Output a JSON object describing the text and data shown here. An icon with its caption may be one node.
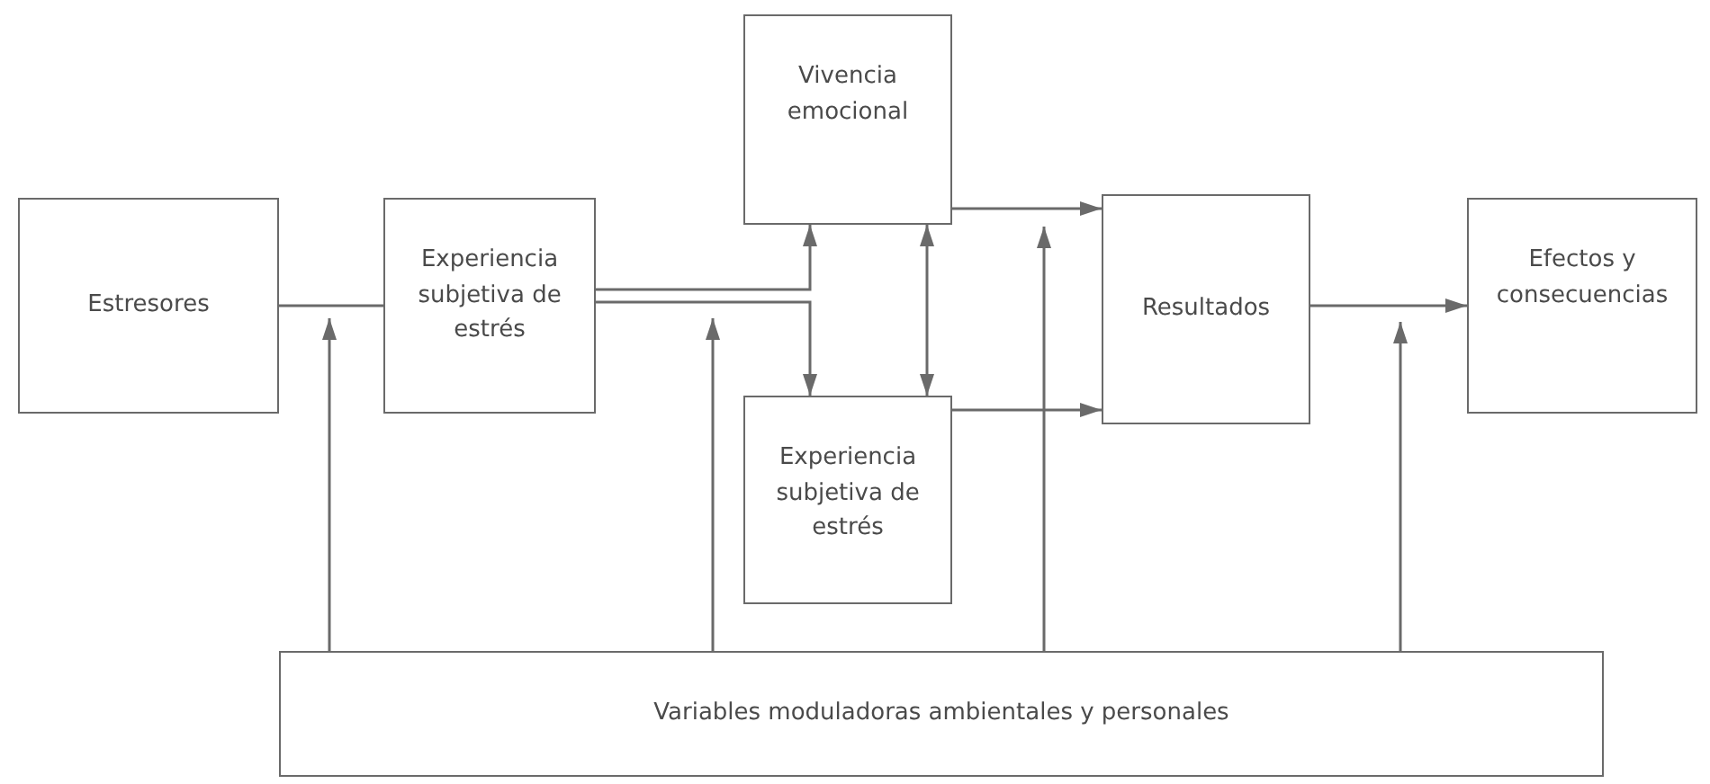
{
  "diagram": {
    "nodes": [
      {
        "text": [
          "Estresores"
        ]
      },
      {
        "text": [
          "Experiencia subjetiva de estrés"
        ]
      },
      {
        "text": [
          "Vivencia emocional"
        ]
      },
      {
        "text": [
          "Experiencia subjetiva de estrés"
        ]
      },
      {
        "text": [
          "Resultados"
        ]
      },
      {
        "text": [
          "Efectos y consecuencias"
        ]
      },
      {
        "text": [
          "Variables moduladoras ambientales y personales"
        ]
      }
    ],
    "edges": [
      {
        "from": 0,
        "to": 1,
        "arrow": "none"
      },
      {
        "from": 1,
        "to": 2,
        "arrow": "to"
      },
      {
        "from": 1,
        "to": 3,
        "arrow": "to"
      },
      {
        "from": 2,
        "to": 3,
        "arrow": "both"
      },
      {
        "from": 2,
        "to": 4,
        "arrow": "to"
      },
      {
        "from": 3,
        "to": 4,
        "arrow": "to"
      },
      {
        "from": 4,
        "to": 5,
        "arrow": "to"
      },
      {
        "from": 6,
        "to": null,
        "arrow": "to"
      },
      {
        "from": 6,
        "to": null,
        "arrow": "to"
      },
      {
        "from": 6,
        "to": null,
        "arrow": "to"
      },
      {
        "from": 6,
        "to": null,
        "arrow": "to"
      }
    ]
  }
}
